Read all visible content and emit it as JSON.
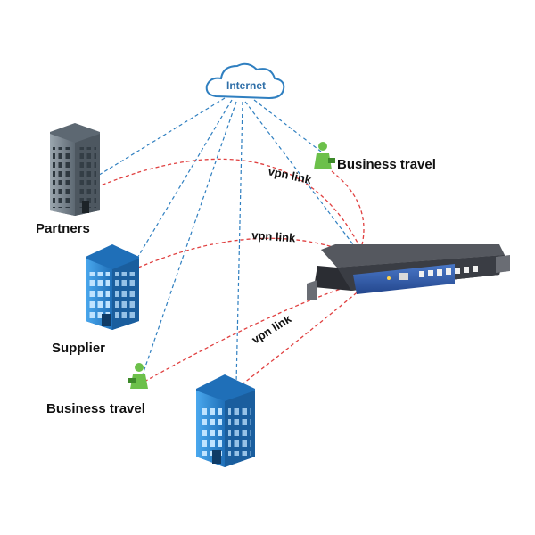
{
  "diagram": {
    "cloud": {
      "label": "Internet"
    },
    "nodes": {
      "partners": {
        "label": "Partners"
      },
      "supplier": {
        "label": "Supplier"
      },
      "business_travel_top": {
        "label": "Business travel"
      },
      "business_travel_bottom": {
        "label": "Business travel"
      }
    },
    "links": {
      "vpn_top": "vpn link",
      "vpn_mid": "vpn link",
      "vpn_low": "vpn link"
    },
    "colors": {
      "internet_line": "#2f7fc0",
      "vpn_line": "#e04040",
      "building_gray": "#7f8a94",
      "building_blue": "#2f8ed8",
      "traveller_green": "#6cc04a",
      "appliance_dark": "#3a3d44",
      "appliance_panel": "#3560b0"
    }
  }
}
